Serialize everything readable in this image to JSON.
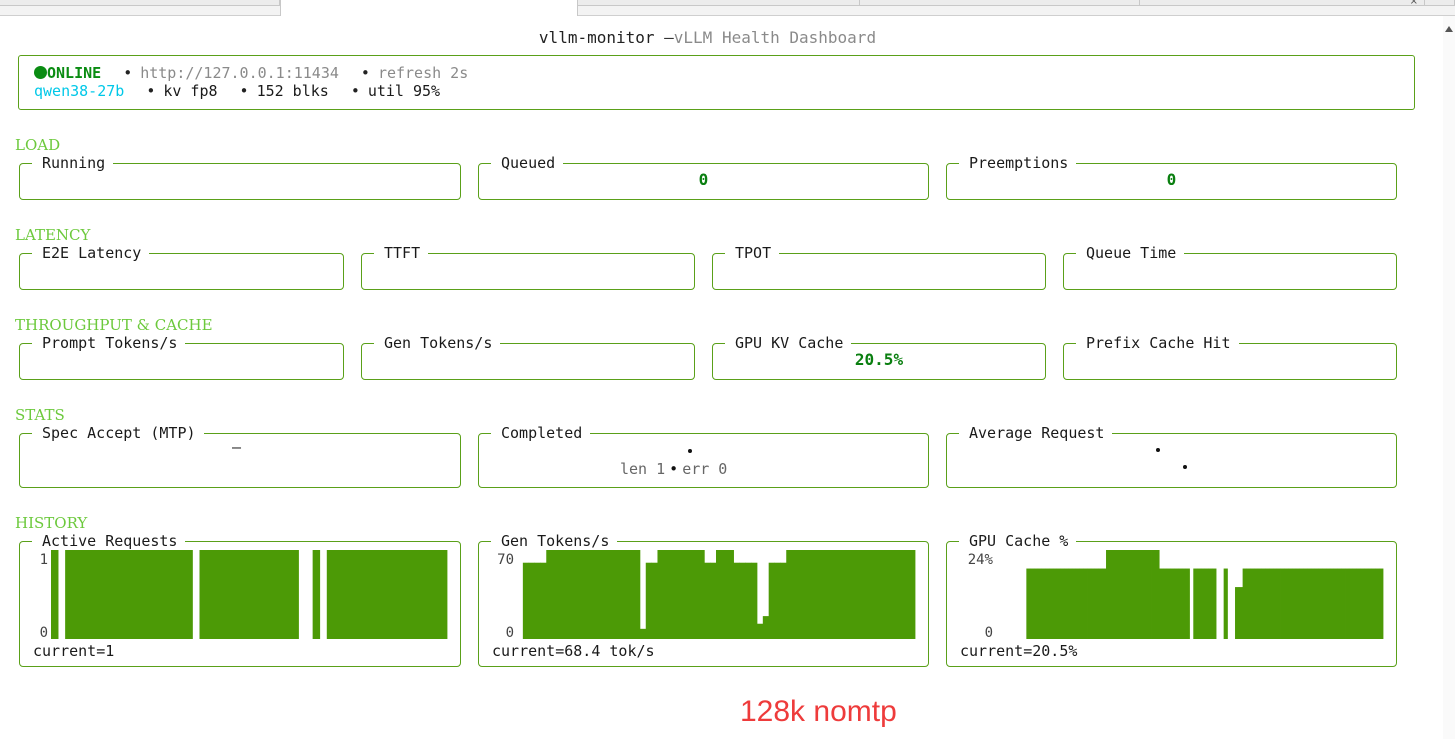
{
  "window": {
    "tabs": [
      {
        "state": "inactive"
      },
      {
        "state": "active"
      },
      {
        "state": "inactive"
      },
      {
        "state": "inactive"
      },
      {
        "state": "inactive"
      },
      {
        "state": "inactive"
      }
    ],
    "close_glyph": "×"
  },
  "header": {
    "app_name": "vllm-monitor",
    "separator": " —",
    "subtitle": "vLLM Health Dashboard"
  },
  "status": {
    "state": "ONLINE",
    "url": "http://127.0.0.1:11434",
    "refresh": "refresh 2s",
    "model": "qwen38-27b",
    "kv": "kv fp8",
    "blocks": "152 blks",
    "util": "util 95%",
    "bullet": "•"
  },
  "sections": {
    "load": "LOAD",
    "latency": "LATENCY",
    "throughput": "THROUGHPUT & CACHE",
    "stats": "STATS",
    "history": "HISTORY"
  },
  "load": {
    "running": {
      "title": "Running",
      "value": ""
    },
    "queued": {
      "title": "Queued",
      "value": "0"
    },
    "preemptions": {
      "title": "Preemptions",
      "value": "0"
    }
  },
  "latency": {
    "e2e": {
      "title": "E2E Latency",
      "value": ""
    },
    "ttft": {
      "title": "TTFT",
      "value": ""
    },
    "tpot": {
      "title": "TPOT",
      "value": ""
    },
    "queue_time": {
      "title": "Queue Time",
      "value": ""
    }
  },
  "throughput": {
    "prompt": {
      "title": "Prompt Tokens/s",
      "value": ""
    },
    "gen": {
      "title": "Gen Tokens/s",
      "value": ""
    },
    "kv_cache": {
      "title": "GPU KV Cache",
      "value": "20.5%"
    },
    "prefix_hit": {
      "title": "Prefix Cache Hit",
      "value": ""
    }
  },
  "stats": {
    "spec_accept": {
      "title": "Spec Accept (MTP)",
      "value": "—"
    },
    "completed": {
      "title": "Completed",
      "len": "len 1",
      "err": "err 0"
    },
    "average": {
      "title": "Average Request"
    }
  },
  "history": {
    "active": {
      "title": "Active Requests",
      "ymax_label": "1",
      "ymin_label": "0",
      "current": "current=1"
    },
    "gen": {
      "title": "Gen Tokens/s",
      "ymax_label": "70",
      "ymin_label": "0",
      "current": "current=68.4 tok/s"
    },
    "gpu": {
      "title": "GPU Cache %",
      "ymax_label": "24%",
      "ymin_label": "0",
      "current": "current=20.5%"
    }
  },
  "chart_data": [
    {
      "type": "bar",
      "title": "Active Requests",
      "ylim": [
        0,
        1
      ],
      "values": [
        1,
        0,
        1,
        1,
        1,
        1,
        1,
        1,
        1,
        1,
        1,
        1,
        1,
        1,
        1,
        1,
        1,
        1,
        1,
        1,
        0,
        1,
        1,
        1,
        1,
        1,
        1,
        1,
        1,
        1,
        1,
        1,
        1,
        1,
        1,
        0,
        0,
        1,
        0,
        1,
        1,
        1,
        1,
        1,
        1,
        1,
        1,
        1,
        1,
        1,
        1,
        1,
        1,
        1,
        1,
        1
      ]
    },
    {
      "type": "bar",
      "title": "Gen Tokens/s",
      "ylim": [
        0,
        70
      ],
      "values": [
        0,
        60,
        60,
        60,
        60,
        70,
        70,
        70,
        70,
        70,
        70,
        70,
        70,
        70,
        70,
        70,
        70,
        70,
        70,
        70,
        70,
        8,
        60,
        60,
        70,
        70,
        70,
        70,
        70,
        70,
        70,
        70,
        60,
        60,
        70,
        70,
        70,
        60,
        60,
        60,
        60,
        12,
        18,
        60,
        60,
        60,
        70,
        70,
        70,
        70,
        70,
        70,
        70,
        70,
        70,
        70,
        70,
        70,
        70,
        70,
        70,
        70,
        70,
        70,
        70,
        70,
        70,
        70
      ]
    },
    {
      "type": "bar",
      "title": "GPU Cache %",
      "ylim": [
        0,
        24
      ],
      "values": [
        0,
        0,
        0,
        0,
        0,
        0,
        0,
        0,
        19,
        19,
        19,
        19,
        19,
        19,
        19,
        19,
        19,
        19,
        19,
        19,
        19,
        19,
        19,
        19,
        19,
        19,
        19,
        19,
        19,
        24,
        24,
        24,
        24,
        24,
        24,
        24,
        24,
        24,
        24,
        24,
        24,
        24,
        24,
        19,
        19,
        19,
        19,
        19,
        19,
        19,
        19,
        0,
        19,
        19,
        19,
        19,
        19,
        19,
        0,
        0,
        19,
        0,
        0,
        14,
        14,
        19,
        19,
        19,
        19,
        19,
        19,
        19,
        19,
        19,
        19,
        19,
        19,
        19,
        19,
        19,
        19,
        19,
        19,
        19,
        19,
        19,
        19,
        19,
        19,
        19,
        19,
        19,
        19,
        19,
        19,
        19,
        19,
        19,
        19,
        19,
        19,
        19
      ]
    }
  ],
  "colors": {
    "accent": "#5aa019",
    "bar": "#4c9a06",
    "value_green": "#0a7f10",
    "section": "#6cc93c",
    "model": "#00c8e8",
    "note": "#ee3b3b"
  },
  "annotation": "128k nomtp"
}
